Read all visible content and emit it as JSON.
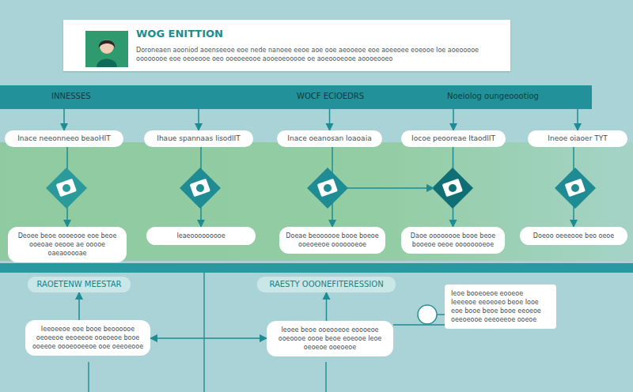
{
  "diagram": {
    "nodes": [
      {
        "text": [
          "WOG ENITTION",
          "Doroneaen aooniod aoenseeoe eoe nede nanoee eeoe aoe ooe aeooeoe eoe aoeeoee eoeooe Ioe aoeooooe oooooooe eoe oeoeooe oeo ooeoeeooe aooeoeooooe oe aoeoooeooe aoooeooeo"
        ]
      },
      {
        "text": [
          "INNESSES",
          "WOCF ECIOEDRS",
          "Noeiolog oungeoootiog"
        ]
      },
      {
        "text": [
          "Inace neeonneeo beaoHIT"
        ]
      },
      {
        "text": [
          "Ihaue spannaas lisodlIT"
        ]
      },
      {
        "text": [
          "Inace oeanosan loaoaia"
        ]
      },
      {
        "text": [
          "Iocoe peooreae ItaodlIT"
        ]
      },
      {
        "text": [
          "Ineoe oiaoer TYT"
        ]
      },
      {
        "text": [
          "Deoee beoe oooeooe eoe beoe ooeoae oeooe ae ooooe oaeaooooae"
        ]
      },
      {
        "text": [
          "Ieaeooooooooe"
        ]
      },
      {
        "text": [
          "Doeae beoooooe booe boeoe ooeoeeoe ooooooeoe"
        ]
      },
      {
        "text": [
          "Daoe oooooooe booe beoe booeoe oeoe oooooooeoe"
        ]
      },
      {
        "text": [
          "Doeoo oeeeooe beo oeoe"
        ]
      },
      {
        "text": [
          "RAOETENW MEESTAR"
        ]
      },
      {
        "text": [
          "RAESTY OOONEFITERESSION"
        ]
      },
      {
        "text": [
          "Ieeoeeoe eoe booe beoooooe oeoeeoe eeoeeoe ooeoeoe booe ooeeoe oooeooeeoe ooe oeeoeooe"
        ]
      },
      {
        "text": [
          "Ieoee beoe ooeooeoe eoooeoe ooeoooe oooe beoe eoeooe Ieoe oeoeoe ooeoeoe"
        ]
      },
      {
        "text": [
          "Ieoe booeoeoe eooeoe Ieeeeoe eeoeoeo beoe Iooe eoe booe beoe booe eeoeoe oeeoeooe oeeoeeoe ooeoe"
        ]
      }
    ],
    "edges": [
      {
        "from": 1,
        "to": 2,
        "arrow": "to"
      },
      {
        "from": 1,
        "to": 3,
        "arrow": "to"
      },
      {
        "from": 1,
        "to": 4,
        "arrow": "to"
      },
      {
        "from": 1,
        "to": 5,
        "arrow": "to"
      },
      {
        "from": 1,
        "to": 6,
        "arrow": "to"
      },
      {
        "from": 2,
        "to": 7,
        "arrow": "to"
      },
      {
        "from": 3,
        "to": 8,
        "arrow": "to"
      },
      {
        "from": 4,
        "to": 9,
        "arrow": "to"
      },
      {
        "from": 5,
        "to": 10,
        "arrow": "to"
      },
      {
        "from": 6,
        "to": 11,
        "arrow": "to"
      },
      {
        "from": 14,
        "to": 12,
        "arrow": "to"
      },
      {
        "from": 14,
        "to": 15,
        "arrow": "both"
      },
      {
        "from": 15,
        "to": 13,
        "arrow": "to"
      },
      {
        "from": 15,
        "to": 16,
        "arrow": "none"
      }
    ]
  }
}
